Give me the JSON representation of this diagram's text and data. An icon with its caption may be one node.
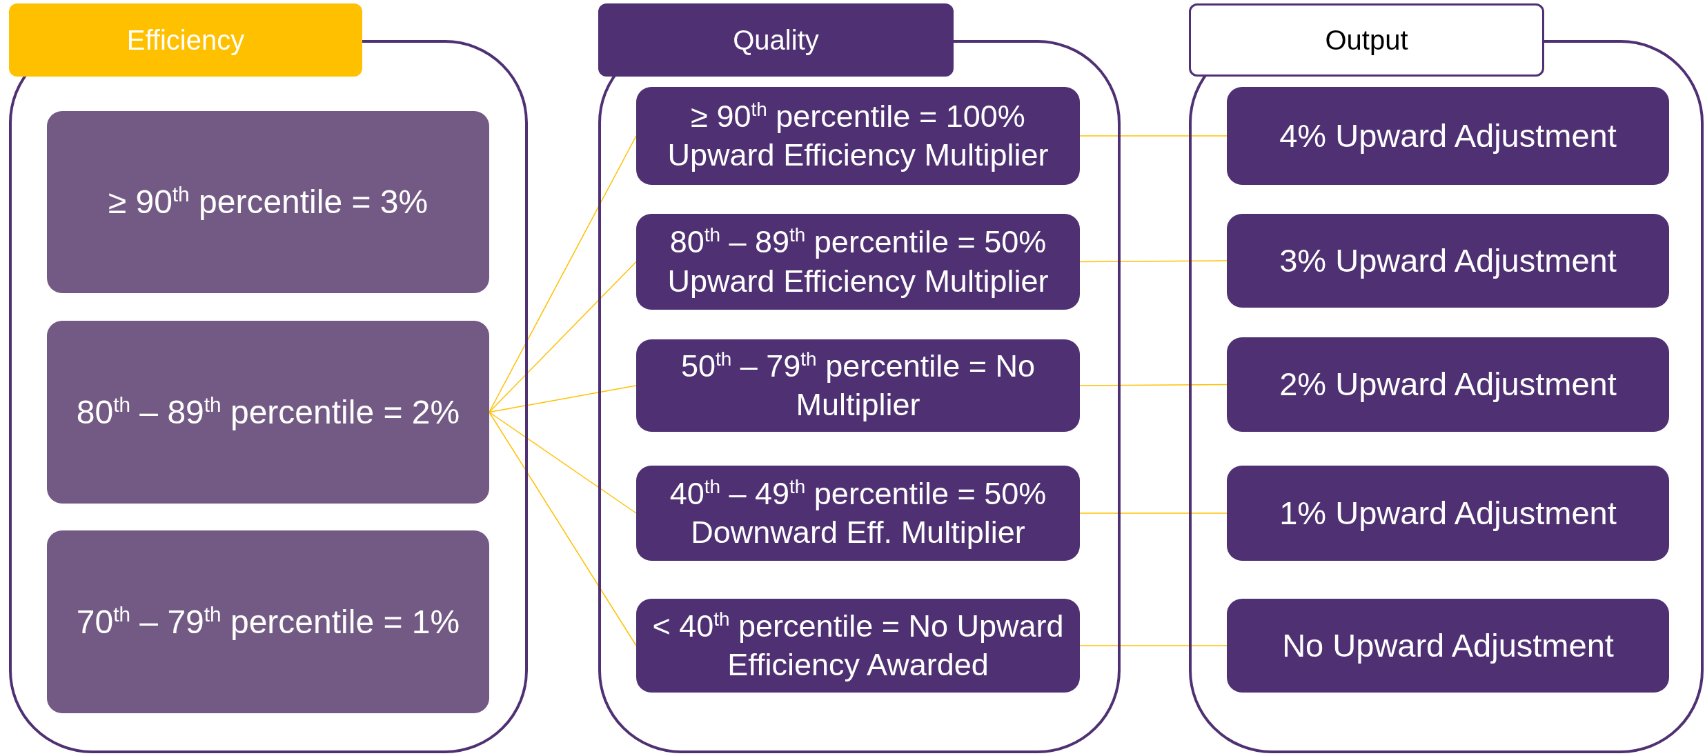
{
  "diagram": {
    "nodes": [
      {
        "text": [
          "Efficiency"
        ]
      },
      {
        "text": [
          "≥ 90$^{th}$ percentile = 3%"
        ],
        "in": 0
      },
      {
        "text": [
          "80$^{th}$  – 89$^{th}$ percentile = 2%"
        ],
        "in": 0
      },
      {
        "text": [
          "70$^{th}$  – 79$^{th}$ percentile = 1%"
        ],
        "in": 0
      },
      {
        "text": [
          "Quality"
        ]
      },
      {
        "text": [
          "≥ 90$^{th}$ percentile = 100% Upward Efficiency Multiplier"
        ],
        "in": 4
      },
      {
        "text": [
          "80$^{th}$ – 89$^{th}$ percentile = 50% Upward Efficiency Multiplier"
        ],
        "in": 4
      },
      {
        "text": [
          "50$^{th}$ – 79$^{th}$ percentile = No Multiplier"
        ],
        "in": 4
      },
      {
        "text": [
          "40$^{th}$ – 49$^{th}$ percentile = 50% Downward Eff. Multiplier"
        ],
        "in": 4
      },
      {
        "text": [
          "< 40$^{th}$ percentile = No Upward Efficiency Awarded"
        ],
        "in": 4
      },
      {
        "text": [
          "Output"
        ]
      },
      {
        "text": [
          "4% Upward Adjustment"
        ],
        "in": 10
      },
      {
        "text": [
          "3% Upward Adjustment"
        ],
        "in": 10
      },
      {
        "text": [
          "2% Upward Adjustment"
        ],
        "in": 10
      },
      {
        "text": [
          "1% Upward Adjustment"
        ],
        "in": 10
      },
      {
        "text": [
          "No Upward Adjustment"
        ],
        "in": 10
      }
    ],
    "edges": [
      {
        "from": 2,
        "to": 5,
        "arrow": "none"
      },
      {
        "from": 2,
        "to": 6,
        "arrow": "none"
      },
      {
        "from": 2,
        "to": 7,
        "arrow": "none"
      },
      {
        "from": 2,
        "to": 8,
        "arrow": "none"
      },
      {
        "from": 2,
        "to": 9,
        "arrow": "none"
      },
      {
        "from": 5,
        "to": 11,
        "arrow": "none"
      },
      {
        "from": 6,
        "to": 12,
        "arrow": "none"
      },
      {
        "from": 7,
        "to": 13,
        "arrow": "none"
      },
      {
        "from": 8,
        "to": 14,
        "arrow": "none"
      },
      {
        "from": 9,
        "to": 15,
        "arrow": "none"
      }
    ]
  }
}
